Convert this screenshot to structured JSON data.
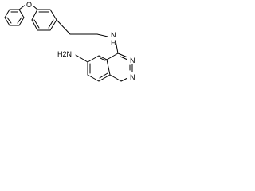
{
  "atoms": {
    "ether_oxygen": "O",
    "amine_nitrogen": "N",
    "amine_hydrogen": "H",
    "amino_group": "H2N",
    "ring_nitrogen_upper": "N",
    "ring_nitrogen_lower": "N"
  }
}
